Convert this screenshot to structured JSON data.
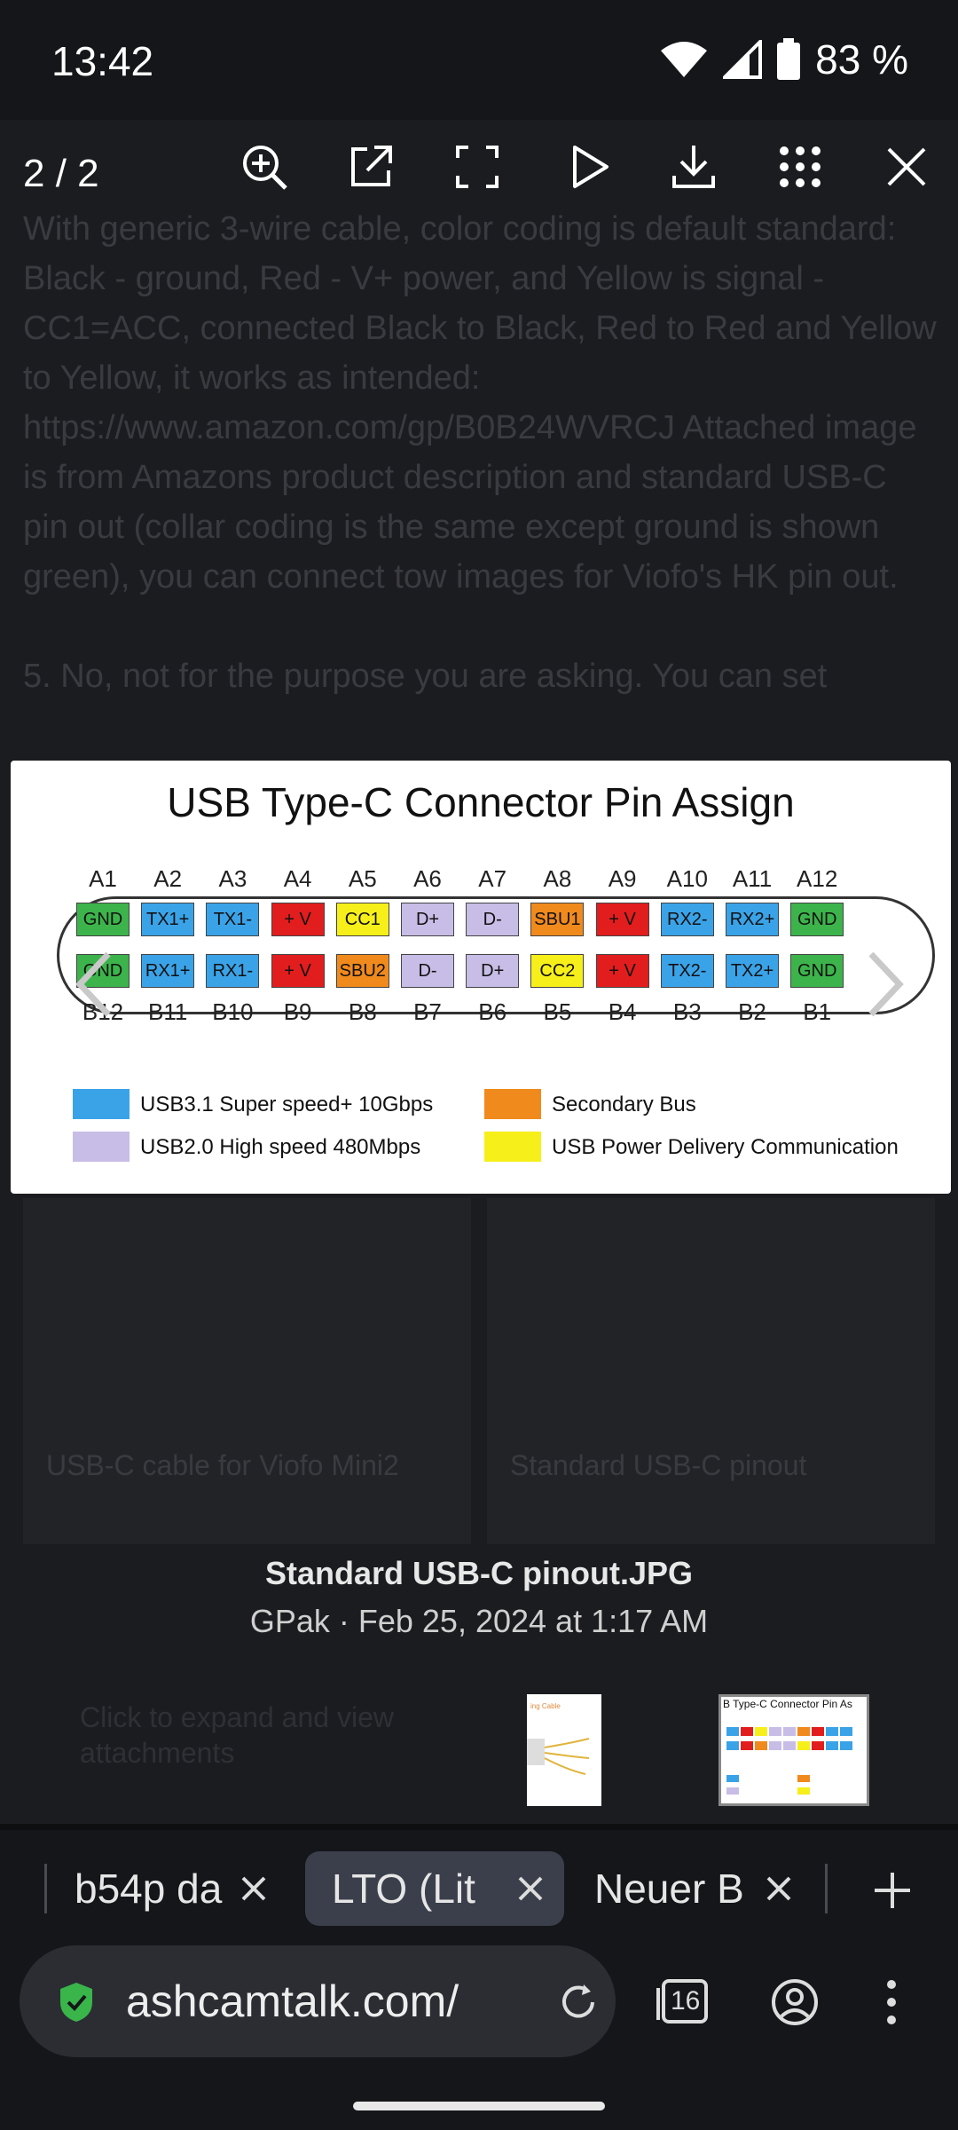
{
  "status": {
    "time": "13:42",
    "battery": "83 %"
  },
  "viewer": {
    "counter": "2 / 2"
  },
  "background": {
    "paragraph": "With generic 3-wire cable, color coding is default standard: Black - ground, Red - V+ power, and Yellow is signal - CC1=ACC, connected Black to Black, Red to Red and Yellow to Yellow, it works as intended: https://www.amazon.com/gp/B0B24WVRCJ Attached image is from Amazons product description and standard USB-C pin out (collar coding is the same except ground is shown green), you can connect tow images for Viofo's HK pin out.",
    "paragraph2": "5. No, not for the purpose you are asking. You can set",
    "thumb1_label": "USB-C cable for Viofo Mini2",
    "thumb2_label": "Standard USB-C pinout",
    "footer": "Click to expand and view attachments"
  },
  "image": {
    "title": "USB Type-C Connector Pin Assign",
    "top_labels": [
      "A1",
      "A2",
      "A3",
      "A4",
      "A5",
      "A6",
      "A7",
      "A8",
      "A9",
      "A10",
      "A11",
      "A12"
    ],
    "top_pins": [
      "GND",
      "TX1+",
      "TX1-",
      "+ V",
      "CC1",
      "D+",
      "D-",
      "SBU1",
      "+ V",
      "RX2-",
      "RX2+",
      "GND"
    ],
    "bottom_pins": [
      "GND",
      "RX1+",
      "RX1-",
      "+ V",
      "SBU2",
      "D-",
      "D+",
      "CC2",
      "+ V",
      "TX2-",
      "TX2+",
      "GND"
    ],
    "bottom_labels": [
      "B12",
      "B11",
      "B10",
      "B9",
      "B8",
      "B7",
      "B6",
      "B5",
      "B4",
      "B3",
      "B2",
      "B1"
    ],
    "legend": [
      {
        "label": "USB3.1 Super speed+ 10Gbps",
        "color": "#3aa3e8"
      },
      {
        "label": "Secondary Bus",
        "color": "#f08a1c"
      },
      {
        "label": "USB2.0 High speed 480Mbps",
        "color": "#c8bde6"
      },
      {
        "label": "USB Power Delivery Communication",
        "color": "#f7ef1a"
      }
    ]
  },
  "caption": {
    "title": "Standard USB-C pinout.JPG",
    "meta": "GPak · Feb 25, 2024 at 1:17 AM"
  },
  "tabs": [
    {
      "label": "b54p da"
    },
    {
      "label": "LTO (Lit"
    },
    {
      "label": "Neuer B"
    }
  ],
  "url": {
    "text": "ashcamtalk.com/",
    "tab_count": "16"
  },
  "colors": {
    "green": "#3cb44b",
    "blue": "#3aa3e8",
    "red": "#e21d1d",
    "yellow": "#f7ef1a",
    "lavender": "#c8bde6",
    "orange": "#f08a1c"
  }
}
